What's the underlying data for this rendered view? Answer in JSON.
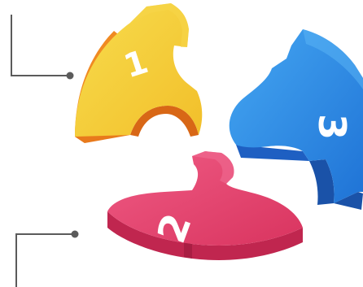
{
  "pieces": [
    {
      "label": "1",
      "top_color": "#f4cf3a",
      "side_color": "#f08a22"
    },
    {
      "label": "2",
      "top_color": "#e54a72",
      "side_color": "#c0264f"
    },
    {
      "label": "3",
      "top_color": "#2f90ea",
      "side_color": "#1e5fc2"
    }
  ],
  "connector_color": "#5b5b5b"
}
